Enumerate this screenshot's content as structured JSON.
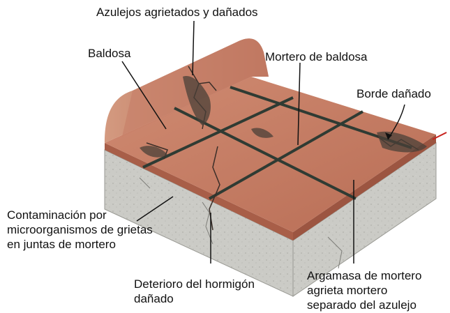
{
  "labels": {
    "cracked_tiles": "Azulejos agrietados y dañados",
    "tile": "Baldosa",
    "tile_mortar": "Mortero de baldosa",
    "damaged_edge": "Borde dañado",
    "contamination": [
      "Contaminación por",
      "microorganismos de grietas",
      "en juntas de mortero"
    ],
    "concrete": [
      "Deterioro del hormigón",
      "dañado"
    ],
    "mortar_bed": [
      "Argamasa de mortero",
      "agrieta mortero",
      "separado del azulejo"
    ]
  },
  "colors": {
    "tile": "#c27a62",
    "tile_light": "#cf8a72",
    "grout": "#2f3b33",
    "concrete": "#c9c9c4",
    "leader": "#111111",
    "red_marker": "#c8231e"
  }
}
